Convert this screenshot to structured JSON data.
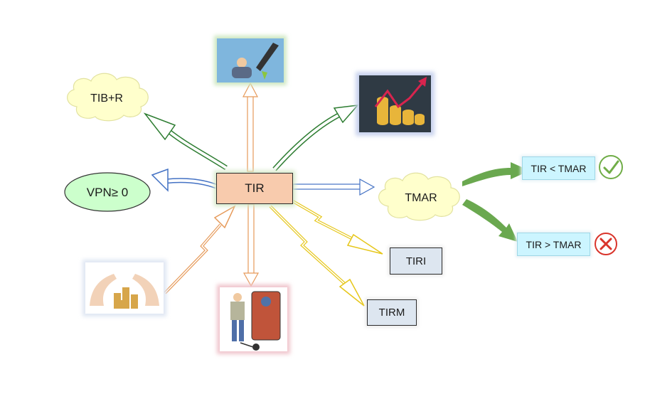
{
  "center": {
    "label": "TIR"
  },
  "nodes": {
    "tibr": "TIB+R",
    "vpn": "VPN≥ 0",
    "tmar": "TMAR",
    "tiri": "TIRI",
    "tirm": "TIRM",
    "tir_lt_tmar": "TIR < TMAR",
    "tir_gt_tmar": "TIR > TMAR"
  },
  "pictures": {
    "top": "investor-reclining-money-icon",
    "top_right": "coin-stacks-rising-arrow-icon",
    "bottom_left": "hands-protecting-coins-icon",
    "bottom": "person-with-safe-and-ball-chain-icon"
  },
  "status_icons": {
    "accept": "check-circle-icon",
    "reject": "x-circle-icon"
  },
  "colors": {
    "center_fill": "#f8cbad",
    "cloud_fill": "#ffffcc",
    "vpn_fill": "#ccffcc",
    "cyan_box": "#ccf5ff",
    "gray_box": "#dde6f0",
    "arrow_green": "#2e7d32",
    "arrow_blue": "#4472c4",
    "arrow_orange": "#e69a5a",
    "arrow_yellow": "#e6c619",
    "thick_green": "#6aa84f",
    "check_green": "#70ad47",
    "cross_red": "#d9342b"
  }
}
